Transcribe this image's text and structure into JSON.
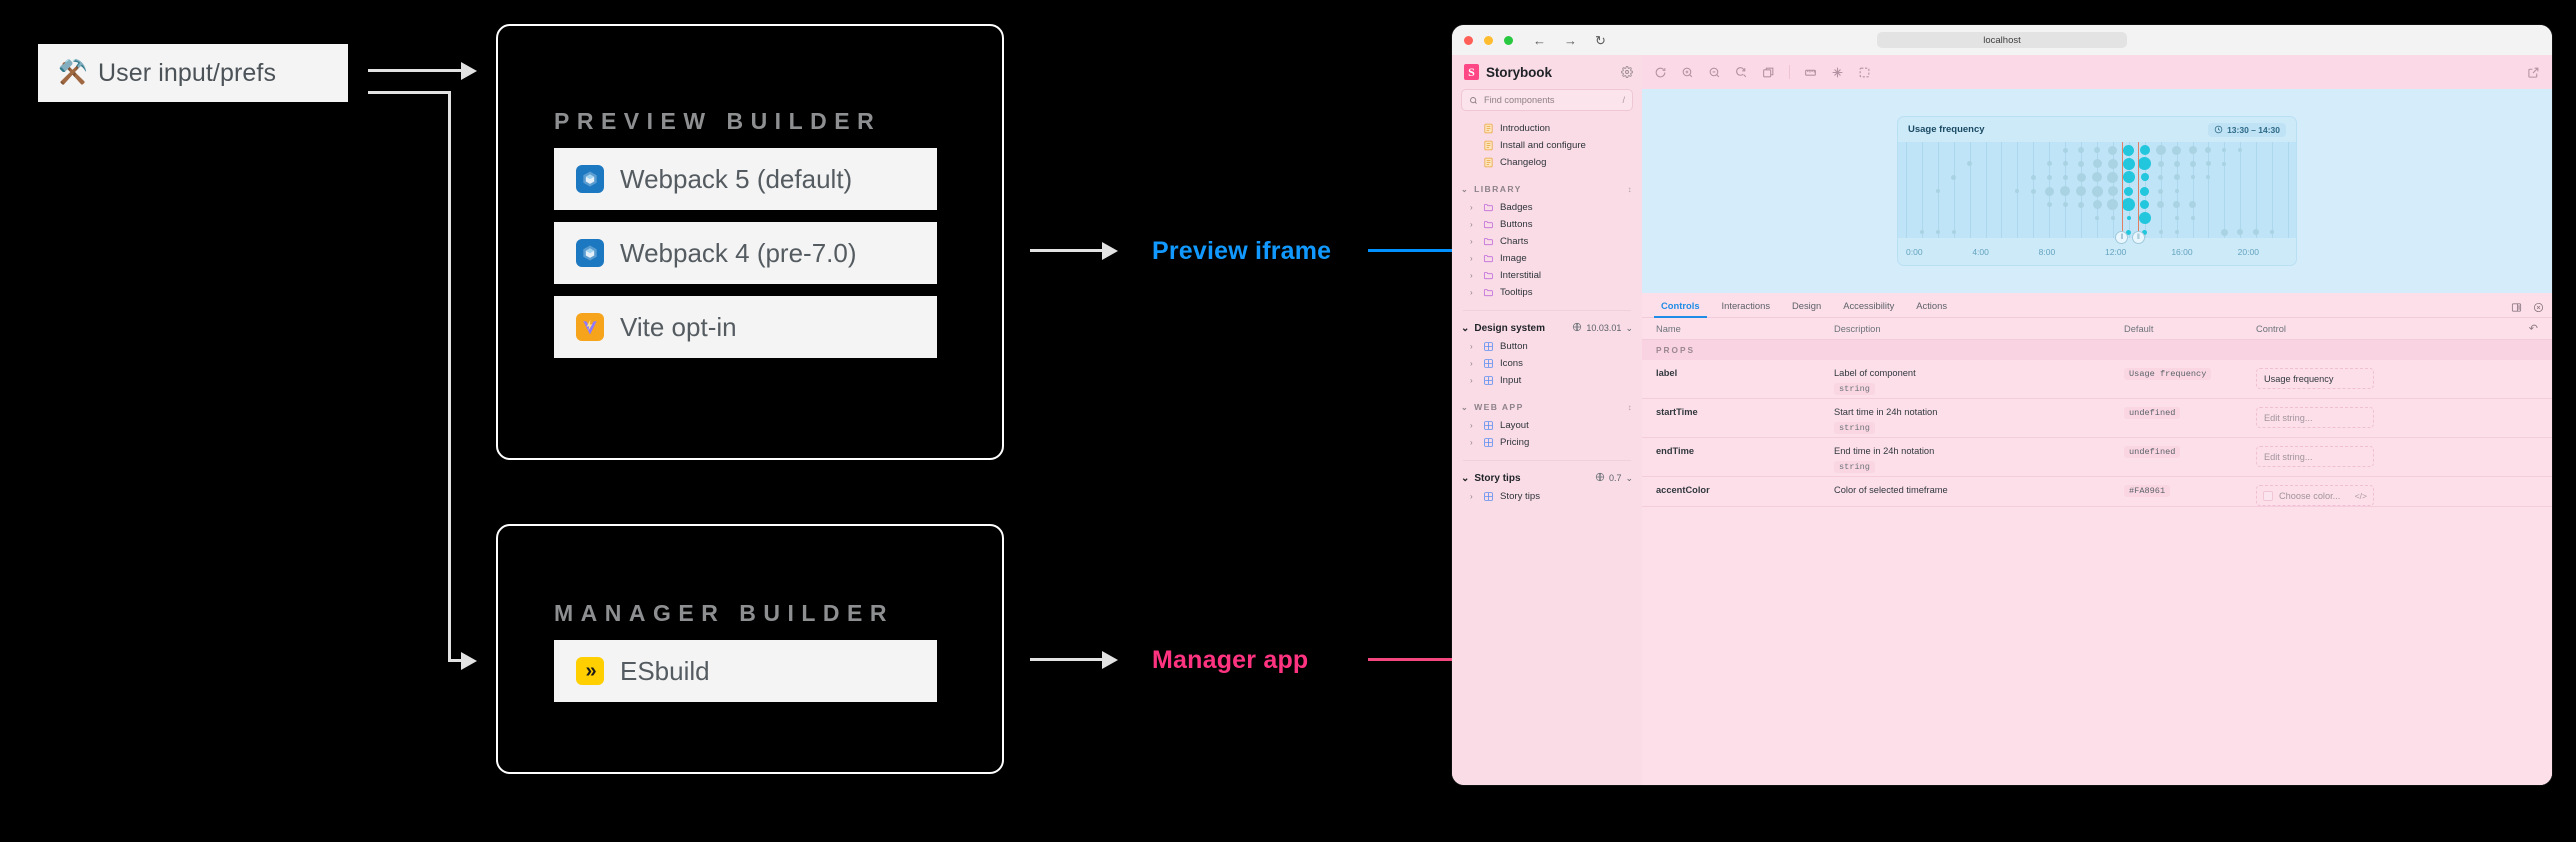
{
  "diagram": {
    "user_input": {
      "label": "User input/prefs",
      "icon": "tools-icon",
      "emoji": "⚒️"
    },
    "preview_builder": {
      "title": "PREVIEW BUILDER",
      "options": [
        {
          "label": "Webpack 5 (default)",
          "icon": "webpack-icon"
        },
        {
          "label": "Webpack 4 (pre-7.0)",
          "icon": "webpack-icon"
        },
        {
          "label": "Vite opt-in",
          "icon": "vite-icon"
        }
      ]
    },
    "manager_builder": {
      "title": "MANAGER BUILDER",
      "options": [
        {
          "label": "ESbuild",
          "icon": "esbuild-icon"
        }
      ]
    },
    "annotations": [
      {
        "label": "Preview iframe",
        "color": "#1199ff"
      },
      {
        "label": "Manager app",
        "color": "#ff3380"
      }
    ]
  },
  "browser": {
    "url": "localhost",
    "nav": {
      "back": "←",
      "forward": "→",
      "reload": "↻"
    },
    "traffic_lights": [
      "close",
      "minimize",
      "zoom"
    ]
  },
  "storybook": {
    "brand": "Storybook",
    "logo_letter": "S",
    "settings_icon": "gear-icon",
    "search": {
      "placeholder": "Find components",
      "shortcut": "/",
      "icon": "search-icon"
    },
    "docs": [
      {
        "label": "Introduction",
        "icon": "document-icon"
      },
      {
        "label": "Install and configure",
        "icon": "document-icon"
      },
      {
        "label": "Changelog",
        "icon": "document-icon"
      }
    ],
    "groups": [
      {
        "kind": "group",
        "title": "LIBRARY",
        "items": [
          {
            "label": "Badges",
            "icon": "folder-icon"
          },
          {
            "label": "Buttons",
            "icon": "folder-icon"
          },
          {
            "label": "Charts",
            "icon": "folder-icon"
          },
          {
            "label": "Image",
            "icon": "folder-icon"
          },
          {
            "label": "Interstitial",
            "icon": "folder-icon"
          },
          {
            "label": "Tooltips",
            "icon": "folder-icon"
          }
        ]
      },
      {
        "kind": "root",
        "title": "Design system",
        "version": "10.03.01",
        "items": [
          {
            "label": "Button",
            "icon": "component-icon"
          },
          {
            "label": "Icons",
            "icon": "component-icon"
          },
          {
            "label": "Input",
            "icon": "component-icon"
          }
        ]
      },
      {
        "kind": "group",
        "title": "WEB APP",
        "items": [
          {
            "label": "Layout",
            "icon": "component-icon"
          },
          {
            "label": "Pricing",
            "icon": "component-icon"
          }
        ]
      },
      {
        "kind": "root",
        "title": "Story tips",
        "version": "0.7",
        "items": [
          {
            "label": "Story tips",
            "icon": "component-icon"
          }
        ]
      }
    ],
    "toolbar": [
      "remount-icon",
      "zoom-in-icon",
      "zoom-out-icon",
      "zoom-reset-icon",
      "viewport-icon",
      "divider",
      "measure-icon",
      "grid-icon",
      "outline-icon"
    ],
    "toolbar_right": "open-new-tab-icon",
    "panel": {
      "tabs": [
        {
          "label": "Controls",
          "active": true
        },
        {
          "label": "Interactions",
          "active": false
        },
        {
          "label": "Design",
          "active": false
        },
        {
          "label": "Accessibility",
          "active": false
        },
        {
          "label": "Actions",
          "active": false
        }
      ],
      "tools": [
        "layout-toggle-icon",
        "close-icon"
      ],
      "columns": [
        "Name",
        "Description",
        "Default",
        "Control"
      ],
      "reset_icon": "undo-icon",
      "section": "PROPS",
      "rows": [
        {
          "name": "label",
          "description": "Label of component",
          "type": "string",
          "default": "Usage frequency",
          "control_kind": "text",
          "control_value": "Usage frequency",
          "control_placeholder": ""
        },
        {
          "name": "startTime",
          "description": "Start time in 24h notation",
          "type": "string",
          "default": "undefined",
          "control_kind": "text",
          "control_value": "",
          "control_placeholder": "Edit string..."
        },
        {
          "name": "endTime",
          "description": "End time in 24h notation",
          "type": "string",
          "default": "undefined",
          "control_kind": "text",
          "control_value": "",
          "control_placeholder": "Edit string..."
        },
        {
          "name": "accentColor",
          "description": "Color of selected timeframe",
          "type": "",
          "default": "#FA8961",
          "control_kind": "color",
          "control_value": "",
          "control_placeholder": "Choose color..."
        }
      ]
    }
  },
  "chart_data": {
    "type": "scatter",
    "title": "Usage frequency",
    "badge": "13:30 – 14:30",
    "badge_icon": "clock-icon",
    "xlabel": "",
    "ylabel": "",
    "xlim": [
      0,
      24
    ],
    "tick_labels": [
      "0:00",
      "4:00",
      "8:00",
      "12:00",
      "16:00",
      "20:00"
    ],
    "tick_values": [
      0,
      4,
      8,
      12,
      16,
      20
    ],
    "grid": true,
    "legend": "none",
    "selection": {
      "start": 13.5,
      "end": 14.5,
      "handle_icon": "pause-handle-icon",
      "line_color": "#e08060"
    },
    "colors": {
      "highlight": "#22c6dd",
      "muted": "#a9d3e2",
      "plot_bg": "#bfe4f7"
    },
    "rows": 7,
    "columns": 25,
    "points": [
      {
        "col": 1,
        "row": 6,
        "size": 4
      },
      {
        "col": 2,
        "row": 6,
        "size": 4
      },
      {
        "col": 2,
        "row": 3,
        "size": 4
      },
      {
        "col": 3,
        "row": 6,
        "size": 4
      },
      {
        "col": 3,
        "row": 2,
        "size": 5
      },
      {
        "col": 4,
        "row": 1,
        "size": 5
      },
      {
        "col": 7,
        "row": 3,
        "size": 4
      },
      {
        "col": 8,
        "row": 2,
        "size": 5
      },
      {
        "col": 8,
        "row": 3,
        "size": 5
      },
      {
        "col": 9,
        "row": 1,
        "size": 5
      },
      {
        "col": 9,
        "row": 2,
        "size": 5
      },
      {
        "col": 9,
        "row": 3,
        "size": 9
      },
      {
        "col": 9,
        "row": 4,
        "size": 5
      },
      {
        "col": 10,
        "row": 0,
        "size": 5
      },
      {
        "col": 10,
        "row": 1,
        "size": 5
      },
      {
        "col": 10,
        "row": 2,
        "size": 5
      },
      {
        "col": 10,
        "row": 3,
        "size": 10
      },
      {
        "col": 10,
        "row": 4,
        "size": 5
      },
      {
        "col": 11,
        "row": 0,
        "size": 6
      },
      {
        "col": 11,
        "row": 1,
        "size": 6
      },
      {
        "col": 11,
        "row": 2,
        "size": 9
      },
      {
        "col": 11,
        "row": 3,
        "size": 10
      },
      {
        "col": 11,
        "row": 4,
        "size": 6
      },
      {
        "col": 12,
        "row": 0,
        "size": 6
      },
      {
        "col": 12,
        "row": 1,
        "size": 9
      },
      {
        "col": 12,
        "row": 2,
        "size": 10
      },
      {
        "col": 12,
        "row": 3,
        "size": 11
      },
      {
        "col": 12,
        "row": 4,
        "size": 9
      },
      {
        "col": 12,
        "row": 5,
        "size": 4
      },
      {
        "col": 13,
        "row": 0,
        "size": 9
      },
      {
        "col": 13,
        "row": 1,
        "size": 10
      },
      {
        "col": 13,
        "row": 2,
        "size": 11
      },
      {
        "col": 13,
        "row": 3,
        "size": 10
      },
      {
        "col": 13,
        "row": 4,
        "size": 11
      },
      {
        "col": 13,
        "row": 5,
        "size": 4
      },
      {
        "col": 14,
        "row": 0,
        "size": 11,
        "hl": true
      },
      {
        "col": 14,
        "row": 1,
        "size": 12,
        "hl": true
      },
      {
        "col": 14,
        "row": 2,
        "size": 12,
        "hl": true
      },
      {
        "col": 14,
        "row": 3,
        "size": 9,
        "hl": true
      },
      {
        "col": 14,
        "row": 4,
        "size": 13,
        "hl": true
      },
      {
        "col": 14,
        "row": 5,
        "size": 4,
        "hl": true
      },
      {
        "col": 14,
        "row": 6,
        "size": 5,
        "hl": true
      },
      {
        "col": 15,
        "row": 0,
        "size": 10,
        "hl": true
      },
      {
        "col": 15,
        "row": 1,
        "size": 13,
        "hl": true
      },
      {
        "col": 15,
        "row": 2,
        "size": 8,
        "hl": true
      },
      {
        "col": 15,
        "row": 3,
        "size": 9,
        "hl": true
      },
      {
        "col": 15,
        "row": 4,
        "size": 9,
        "hl": true
      },
      {
        "col": 15,
        "row": 5,
        "size": 12,
        "hl": true
      },
      {
        "col": 15,
        "row": 6,
        "size": 5,
        "hl": true
      },
      {
        "col": 16,
        "row": 0,
        "size": 10
      },
      {
        "col": 16,
        "row": 1,
        "size": 6
      },
      {
        "col": 16,
        "row": 2,
        "size": 5
      },
      {
        "col": 16,
        "row": 3,
        "size": 5
      },
      {
        "col": 16,
        "row": 4,
        "size": 7
      },
      {
        "col": 16,
        "row": 6,
        "size": 4
      },
      {
        "col": 17,
        "row": 0,
        "size": 9
      },
      {
        "col": 17,
        "row": 1,
        "size": 6
      },
      {
        "col": 17,
        "row": 2,
        "size": 6
      },
      {
        "col": 17,
        "row": 3,
        "size": 4
      },
      {
        "col": 17,
        "row": 4,
        "size": 7
      },
      {
        "col": 17,
        "row": 5,
        "size": 4
      },
      {
        "col": 17,
        "row": 6,
        "size": 4
      },
      {
        "col": 18,
        "row": 0,
        "size": 8
      },
      {
        "col": 18,
        "row": 1,
        "size": 6
      },
      {
        "col": 18,
        "row": 2,
        "size": 4
      },
      {
        "col": 18,
        "row": 4,
        "size": 7
      },
      {
        "col": 18,
        "row": 5,
        "size": 4
      },
      {
        "col": 19,
        "row": 0,
        "size": 6
      },
      {
        "col": 19,
        "row": 1,
        "size": 5
      },
      {
        "col": 19,
        "row": 2,
        "size": 4
      },
      {
        "col": 20,
        "row": 0,
        "size": 4
      },
      {
        "col": 20,
        "row": 1,
        "size": 4
      },
      {
        "col": 20,
        "row": 6,
        "size": 7
      },
      {
        "col": 21,
        "row": 0,
        "size": 4
      },
      {
        "col": 21,
        "row": 6,
        "size": 6
      },
      {
        "col": 22,
        "row": 6,
        "size": 6
      },
      {
        "col": 23,
        "row": 6,
        "size": 4
      }
    ]
  }
}
